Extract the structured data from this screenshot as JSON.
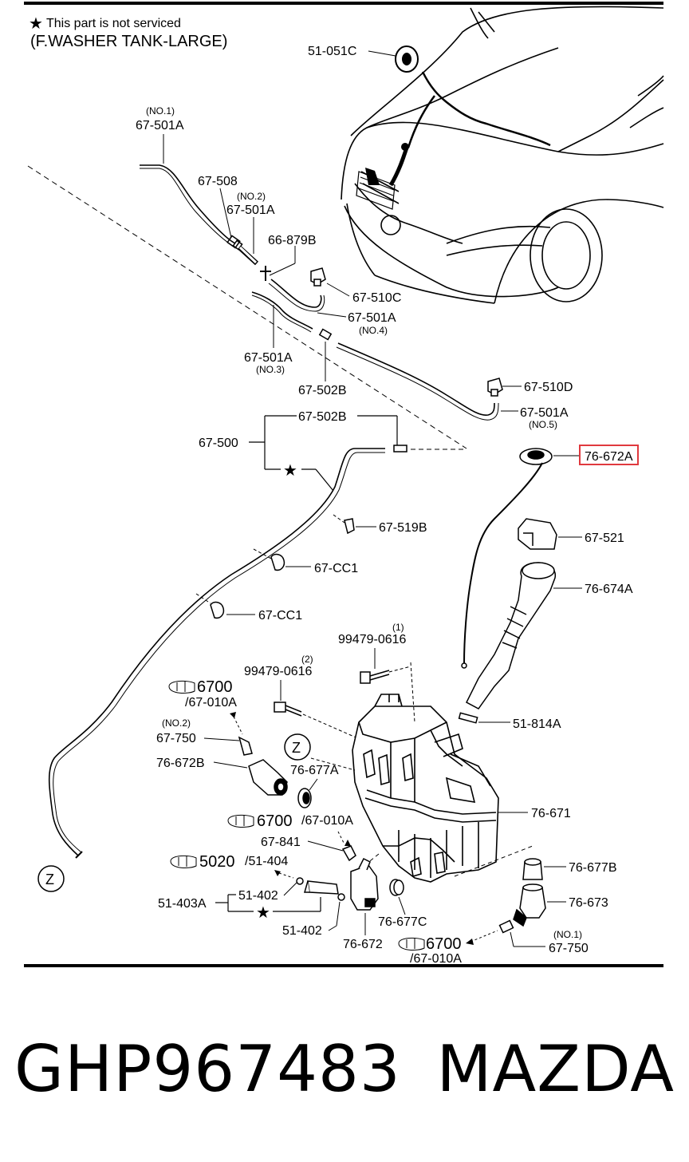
{
  "header": {
    "star": "★",
    "note": "This part is not serviced",
    "title": "(F.WASHER TANK-LARGE)"
  },
  "labels": {
    "p51_051C": "51-051C",
    "no1": "(NO.1)",
    "p67_501A_1": "67-501A",
    "p67_508": "67-508",
    "no2a": "(NO.2)",
    "p67_501A_2": "67-501A",
    "p66_879B": "66-879B",
    "p67_510C": "67-510C",
    "p67_501A_4": "67-501A",
    "no4": "(NO.4)",
    "p67_501A_3": "67-501A",
    "no3": "(NO.3)",
    "p67_502B_a": "67-502B",
    "p67_510D": "67-510D",
    "p67_501A_5": "67-501A",
    "no5": "(NO.5)",
    "p67_502B_b": "67-502B",
    "p67_500": "67-500",
    "p76_672A": "76-672A",
    "p67_519B": "67-519B",
    "p67_521": "67-521",
    "p67_CC1_a": "67-CC1",
    "p76_674A": "76-674A",
    "p67_CC1_b": "67-CC1",
    "n1": "(1)",
    "bolt1": "99479-0616",
    "n2": "(2)",
    "bolt2": "99479-0616",
    "ref6700_a": "6700",
    "ref6700_a_sub": "/67-010A",
    "no2b": "(NO.2)",
    "p67_750_2": "67-750",
    "p76_672B": "76-672B",
    "z1": "Z",
    "p76_677A": "76-677A",
    "p51_814A": "51-814A",
    "p76_671": "76-671",
    "ref6700_b": "6700",
    "ref6700_b_sub": "/67-010A",
    "p67_841": "67-841",
    "ref5020": "5020",
    "ref5020_sub": "/51-404",
    "p76_677B": "76-677B",
    "p51_402a": "51-402",
    "p51_403A": "51-403A",
    "p76_673": "76-673",
    "p76_677C": "76-677C",
    "p51_402b": "51-402",
    "p76_672": "76-672",
    "ref6700_c": "6700",
    "ref6700_c_sub": "/67-010A",
    "no1b": "(NO.1)",
    "p67_750_1": "67-750",
    "z2": "Z"
  },
  "footer": {
    "part_number": "GHP967483",
    "brand": "MAZDA"
  },
  "colors": {
    "highlight": "#e0393e"
  }
}
